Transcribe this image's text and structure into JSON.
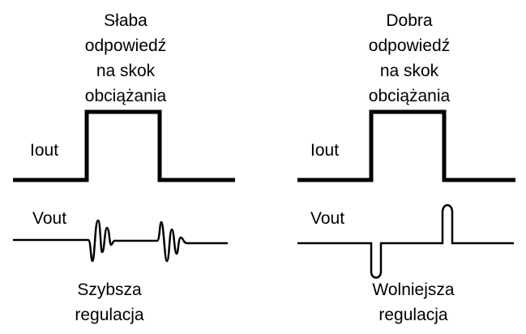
{
  "left": {
    "title": [
      "Słaba",
      "odpowiedź",
      "na skok",
      "obciążania"
    ],
    "iout": "Iout",
    "vout": "Vout",
    "caption": [
      "Szybsza",
      "regulacja"
    ]
  },
  "right": {
    "title": [
      "Dobra",
      "odpowiedź",
      "na skok",
      "obciążania"
    ],
    "iout": "Iout",
    "vout": "Vout",
    "caption": [
      "Wolniejsza",
      "regulacja"
    ]
  }
}
